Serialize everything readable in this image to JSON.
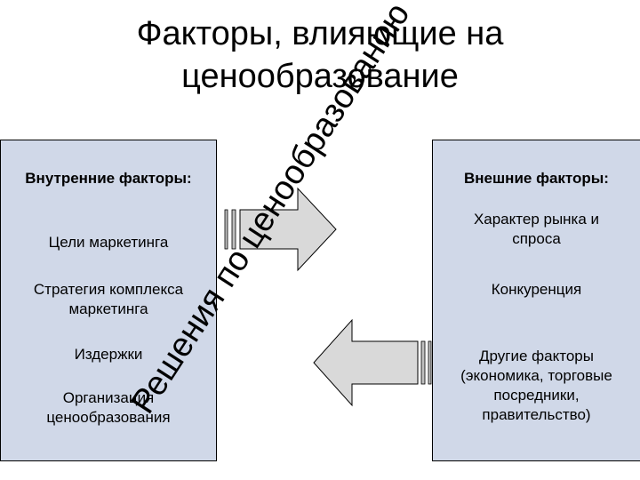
{
  "title_line1": "Факторы, влияющие на",
  "title_line2": "ценообразование",
  "internal": {
    "heading": "Внутренние факторы:",
    "items": [
      "Цели маркетинга",
      "Стратегия комплекса маркетинга",
      "Издержки",
      "Организация ценообразования"
    ]
  },
  "external": {
    "heading": "Внешние факторы:",
    "items": [
      "Характер рынка и спроса",
      "Конкуренция",
      "Другие факторы (экономика, торговые посредники, правительство)"
    ]
  },
  "diagonal_text": "Решения по ценообразованию",
  "colors": {
    "box_fill": "#d0d8e8",
    "arrow_fill": "#d9d9d9",
    "arrow_stroke": "#000000"
  }
}
